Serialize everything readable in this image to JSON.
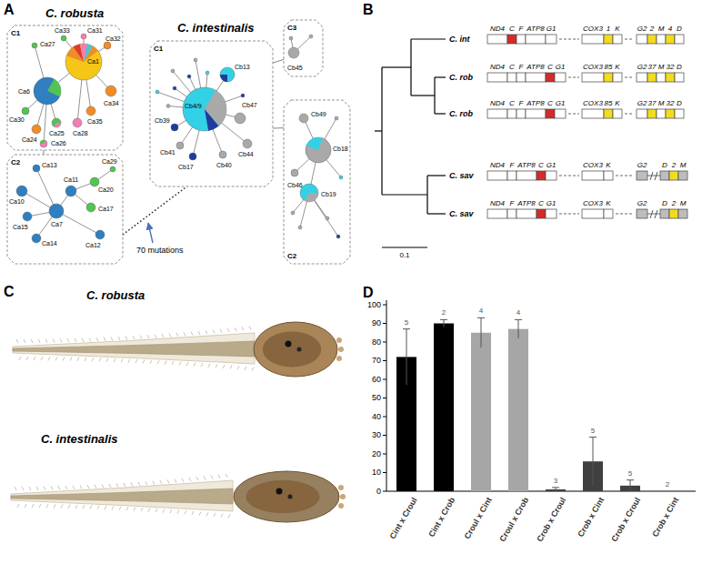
{
  "diagram": {
    "nodes": [
      {
        "text": [
          "C1"
        ]
      },
      {
        "text": [
          "C2"
        ]
      },
      {
        "text": [
          "C1"
        ]
      },
      {
        "text": [
          "C3"
        ]
      },
      {
        "text": [
          "C2"
        ]
      }
    ],
    "edges": [
      {
        "from": 0,
        "to": 1,
        "arrow": "none"
      },
      {
        "from": 1,
        "to": 2,
        "arrow": "none"
      },
      {
        "from": 2,
        "to": 3,
        "arrow": "none"
      },
      {
        "from": 2,
        "to": 4,
        "arrow": "none"
      }
    ],
    "labels": [
      "A",
      "C. robusta",
      "C. intestinalis",
      "Ca1",
      "Ca33",
      "Ca31",
      "Ca32",
      "Ca27",
      "Ca6",
      "Ca30",
      "Ca24",
      "Ca25",
      "Ca28",
      "Ca35",
      "Ca34",
      "Ca26",
      "Ca13",
      "Ca10",
      "Ca15",
      "Ca11",
      "Ca7",
      "Ca17",
      "Ca20",
      "Ca29",
      "Ca14",
      "Ca12",
      "Cb13",
      "Cb4/9",
      "Cb47",
      "Cb44",
      "Cb39",
      "Cb41",
      "Cb17",
      "Cb40",
      "Cb45",
      "Cb49",
      "Cb18",
      "Cb46",
      "Cb19",
      "70 mutations",
      "B",
      "C. int",
      "C. rob",
      "C. rob",
      "C. sav",
      "C. sav",
      "ND4",
      "C",
      "F",
      "ATP8",
      "G1",
      "COX3",
      "1",
      "K",
      "G2",
      "2",
      "M",
      "4",
      "D",
      "ND4",
      "C",
      "F",
      "ATP8",
      "C",
      "G1",
      "COX3",
      "85",
      "K",
      "G2",
      "37",
      "M",
      "32",
      "D",
      "ND4",
      "C",
      "F",
      "ATP8",
      "C",
      "G1",
      "COX3",
      "85",
      "K",
      "G2",
      "37",
      "M",
      "32",
      "D",
      "ND4",
      "F",
      "ATP8",
      "C",
      "G1",
      "COX3",
      "K",
      "G2",
      "D",
      "2",
      "M",
      "ND4",
      "F",
      "ATP8",
      "C",
      "G1",
      "COX3",
      "K",
      "G2",
      "D",
      "2",
      "M",
      "0.1",
      "C",
      "C. robusta",
      "C. intestinalis",
      "D",
      "100",
      "90",
      "80",
      "70",
      "60",
      "50",
      "40",
      "30",
      "20",
      "10",
      "0",
      "5",
      "2",
      "4",
      "4",
      "3",
      "5",
      "5",
      "2",
      "Cint x Croul",
      "Cint x Crob",
      "Croul x Cint",
      "Croul x Crob",
      "Crob x Croul",
      "Crob x Cint",
      "Crob x Croul",
      "Crob x Cint"
    ]
  }
}
